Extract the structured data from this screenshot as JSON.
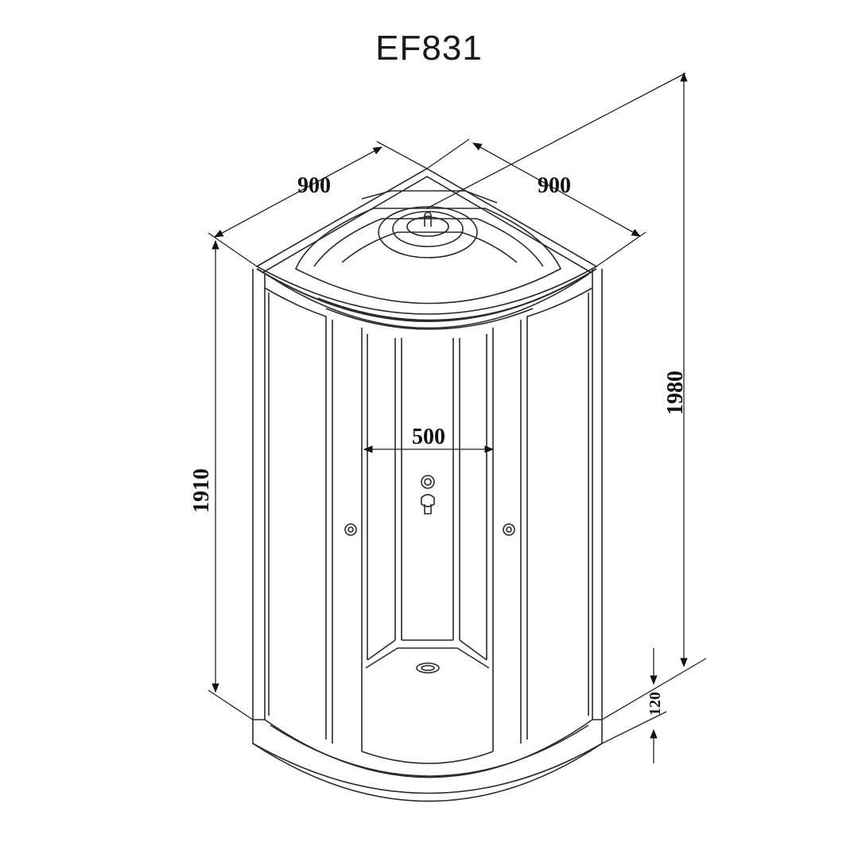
{
  "title": "EF831",
  "dimensions": {
    "width_left": "900",
    "width_right": "900",
    "door_opening": "500",
    "height_enclosure": "1910",
    "height_total": "1980",
    "tray_height": "120"
  },
  "colors": {
    "line": "#2a2a2a",
    "text": "#111111",
    "background": "#ffffff"
  }
}
